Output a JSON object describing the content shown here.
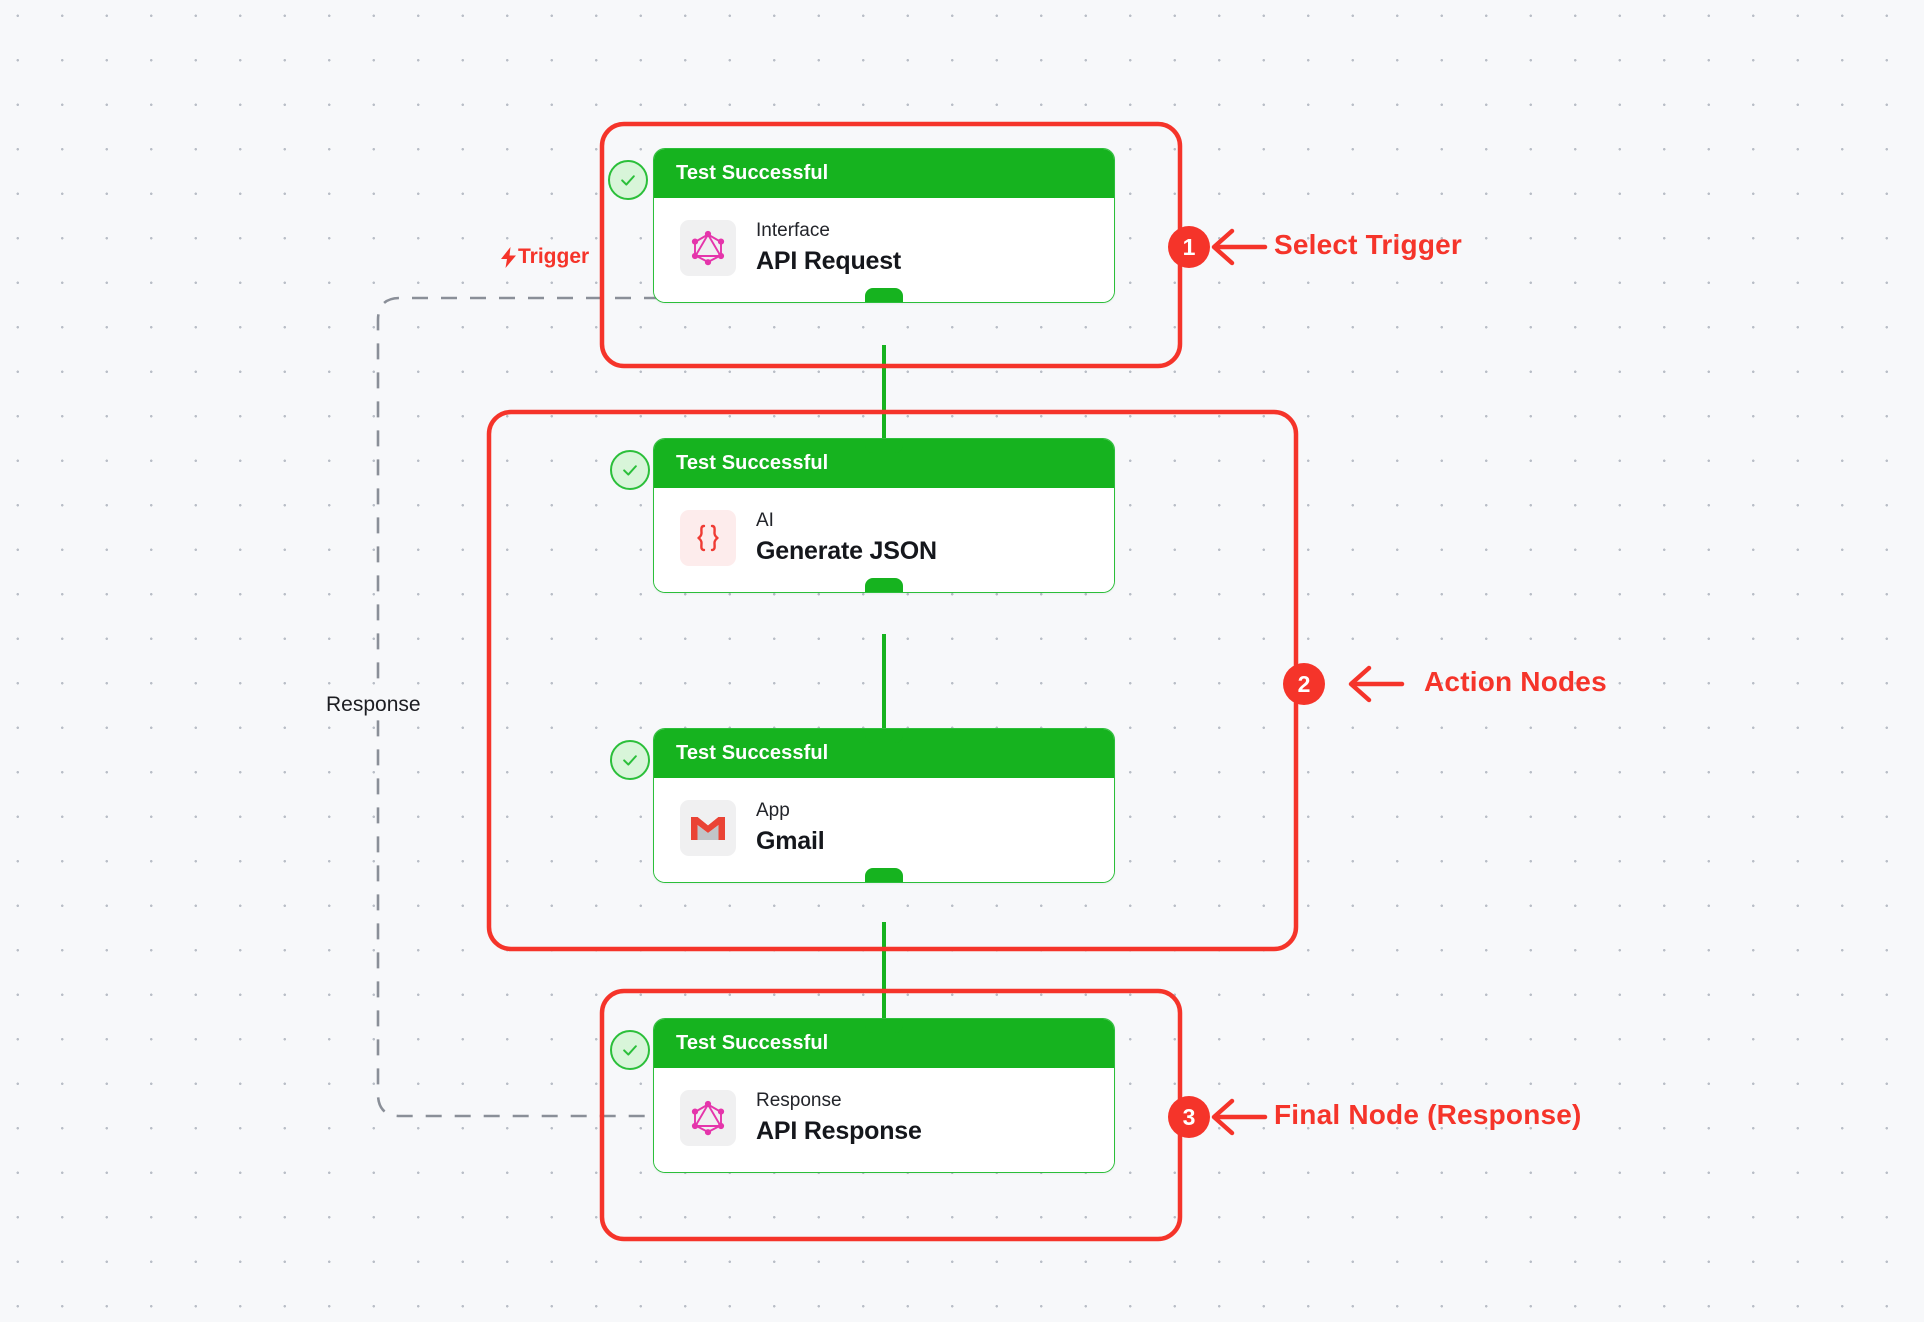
{
  "canvas": {
    "background_color": "#f7f8fa",
    "dot_color": "#b9bec7"
  },
  "colors": {
    "success_green": "#16b31f",
    "card_border_green": "#2bbf3a",
    "annotation_red": "#f5342a",
    "graphql_pink": "#e535ab",
    "gmail_red": "#ea4335",
    "dashed_gray": "#8a8f98"
  },
  "nodes": [
    {
      "id": "api-request",
      "status_label": "Test Successful",
      "status_icon": "check-circle-icon",
      "kind": "Interface",
      "title": "API Request",
      "icon": "graphql-icon"
    },
    {
      "id": "generate-json",
      "status_label": "Test Successful",
      "status_icon": "check-circle-icon",
      "kind": "AI",
      "title": "Generate JSON",
      "icon": "curly-braces-icon"
    },
    {
      "id": "gmail",
      "status_label": "Test Successful",
      "status_icon": "check-circle-icon",
      "kind": "App",
      "title": "Gmail",
      "icon": "gmail-icon"
    },
    {
      "id": "api-response",
      "status_label": "Test Successful",
      "status_icon": "check-circle-icon",
      "kind": "Response",
      "title": "API Response",
      "icon": "graphql-icon"
    }
  ],
  "edge_labels": {
    "trigger": "Trigger",
    "trigger_icon": "lightning-bolt-icon",
    "response": "Response"
  },
  "annotations": [
    {
      "number": "1",
      "label": "Select Trigger"
    },
    {
      "number": "2",
      "label": "Action Nodes"
    },
    {
      "number": "3",
      "label": "Final Node (Response)"
    }
  ]
}
